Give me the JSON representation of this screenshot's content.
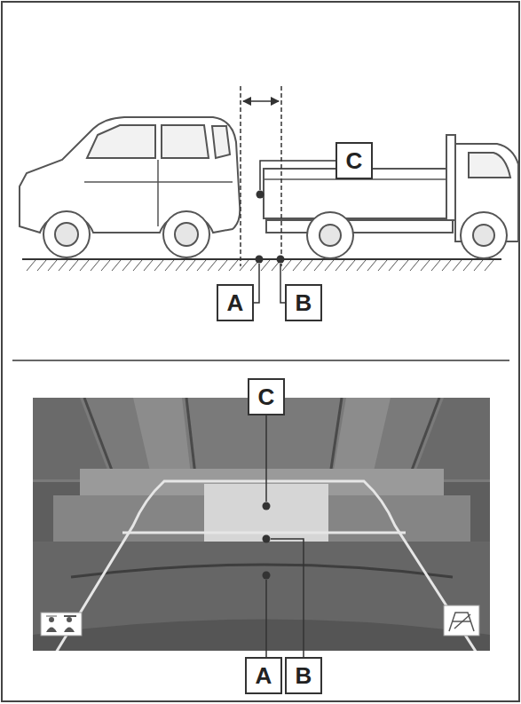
{
  "diagram": {
    "nodes": [
      {
        "text": [
          "C"
        ]
      },
      {
        "text": [
          "A"
        ]
      },
      {
        "text": [
          "B"
        ]
      },
      {
        "text": [
          "C"
        ]
      },
      {
        "text": [
          "A"
        ]
      },
      {
        "text": [
          "B"
        ]
      }
    ]
  }
}
